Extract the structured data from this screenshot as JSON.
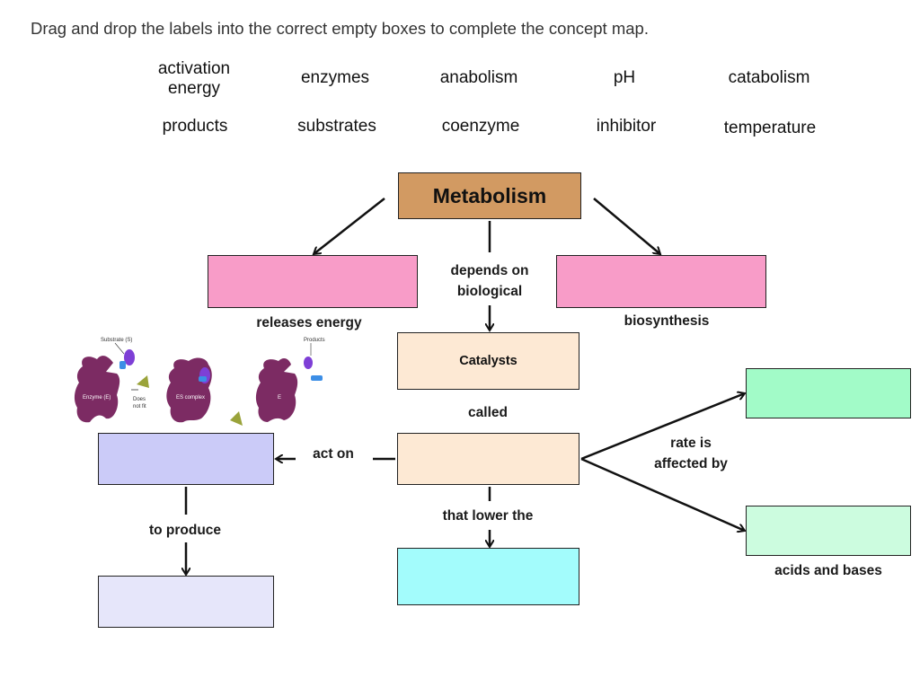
{
  "instruction": "Drag and drop the labels into the correct empty boxes to complete the concept map.",
  "labels": [
    {
      "id": "activation-energy",
      "line1": "activation",
      "line2": "energy"
    },
    {
      "id": "enzymes",
      "text": "enzymes"
    },
    {
      "id": "anabolism",
      "text": "anabolism"
    },
    {
      "id": "ph",
      "text": "pH"
    },
    {
      "id": "catabolism",
      "text": "catabolism"
    },
    {
      "id": "products",
      "text": "products"
    },
    {
      "id": "substrates",
      "text": "substrates"
    },
    {
      "id": "coenzyme",
      "text": "coenzyme"
    },
    {
      "id": "inhibitor",
      "text": "inhibitor"
    },
    {
      "id": "temperature",
      "text": "temperature"
    }
  ],
  "boxes": {
    "metabolism": {
      "text": "Metabolism",
      "color": "#d29a62"
    },
    "catalysts": {
      "text": "Catalysts",
      "color": "#fde9d4"
    },
    "left_pink": {
      "color": "#f89cc8"
    },
    "right_pink": {
      "color": "#f89cc8"
    },
    "called_box": {
      "color": "#fde9d4"
    },
    "lower_box": {
      "color": "#a3fcfc"
    },
    "act_on_box": {
      "color": "#cbcbf8"
    },
    "produce_box": {
      "color": "#e6e6fa"
    },
    "rate_top_box": {
      "color": "#a2fbc8"
    },
    "rate_bottom_box": {
      "color": "#ccfcdf"
    }
  },
  "links": {
    "releases_energy": "releases energy",
    "biosynthesis": "biosynthesis",
    "depends_on_line1": "depends on",
    "depends_on_line2": "biological",
    "called": "called",
    "act_on": "act on",
    "to_produce": "to produce",
    "that_lower_the": "that lower the",
    "rate_is_line1": "rate is",
    "rate_is_line2": "affected by",
    "acids_and_bases": "acids and bases"
  },
  "illustration": {
    "substrate_label": "Substrate (S)",
    "products_label": "Products",
    "enzyme_label": "Enzyme (E)",
    "es_complex_label": "ES complex",
    "e_label": "E",
    "does_not_fit_line1": "Does",
    "does_not_fit_line2": "not fit"
  }
}
